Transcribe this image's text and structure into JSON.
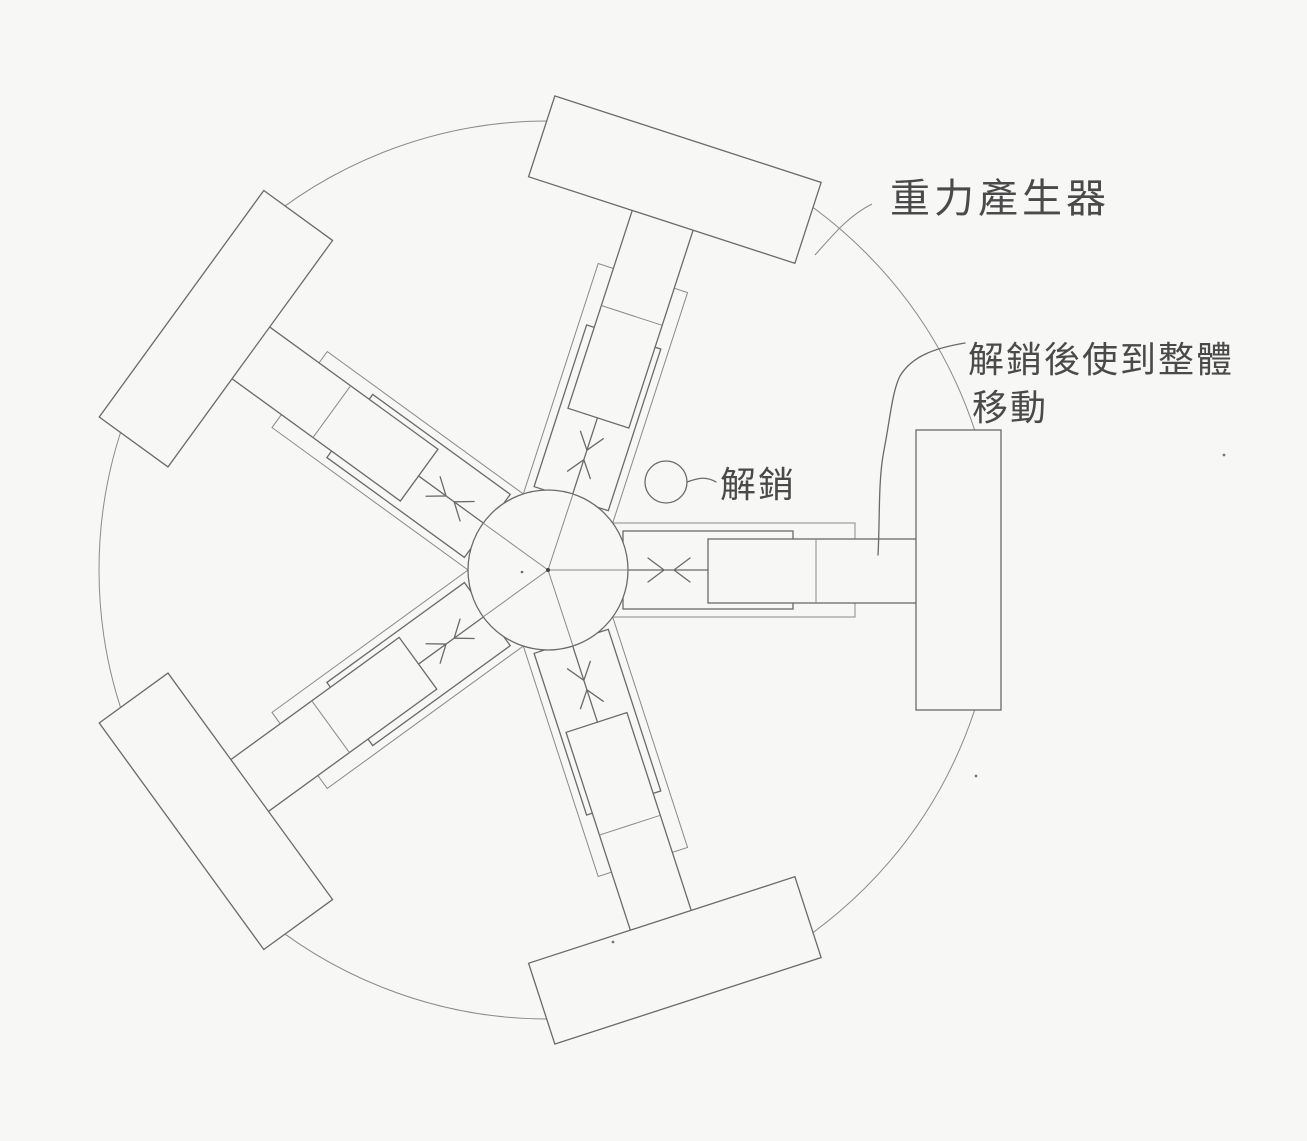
{
  "labels": {
    "gravity_generator": "重力產生器",
    "after_unlock_line1": "解銷後使到整體",
    "after_unlock_line2": "移動",
    "unlock_pin": "解銷"
  },
  "diagram": {
    "arm_count": 5,
    "colors": {
      "paper": "#f7f7f5",
      "pencil": "#6a6a6a"
    }
  }
}
